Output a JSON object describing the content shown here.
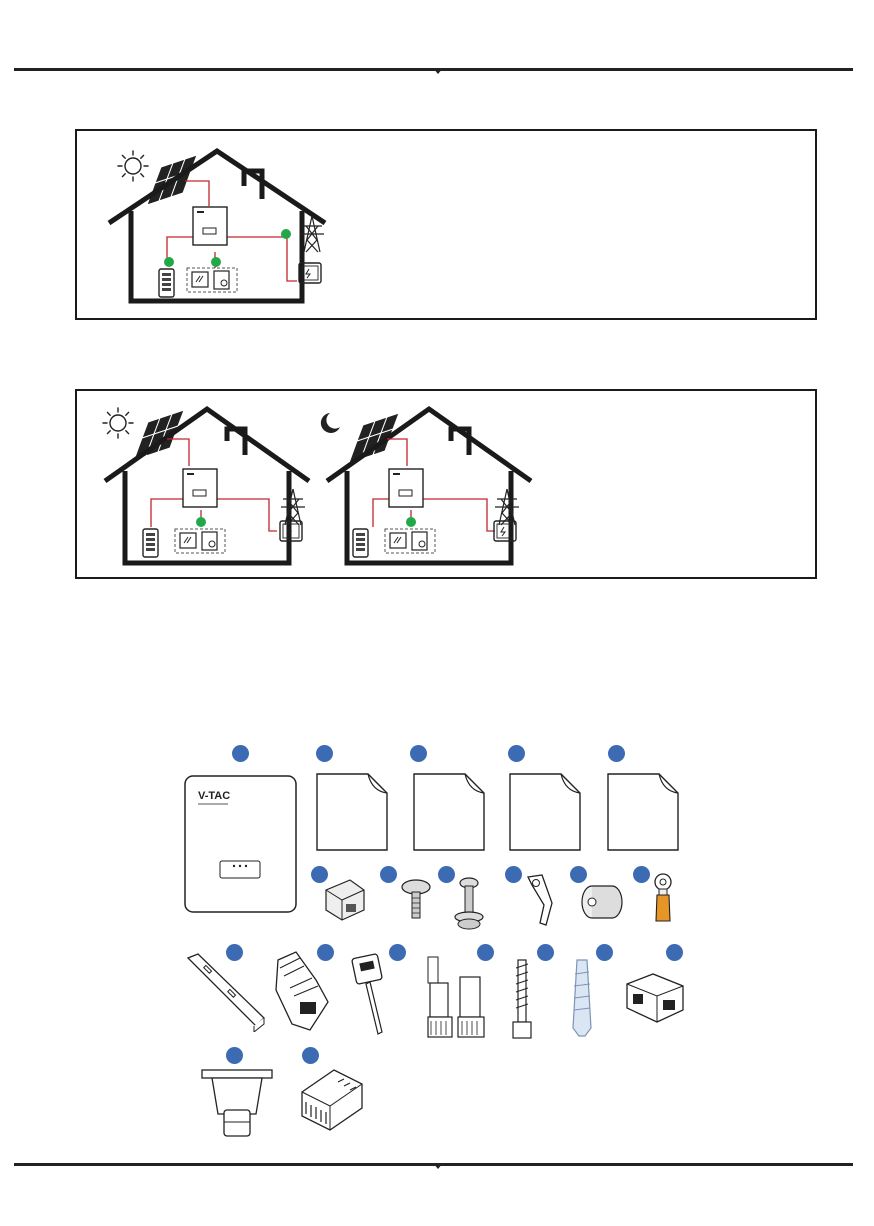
{
  "header": {
    "rule_color": "#222222"
  },
  "scenario_1": {
    "day_icon": "sun-icon"
  },
  "scenario_2": {
    "day_icon": "sun-icon",
    "night_icon": "moon-icon"
  },
  "colors": {
    "flow_line": "#c0262d",
    "active_node": "#23a849",
    "house_stroke": "#1a1a1a",
    "badge": "#3c6bb4",
    "terminal_orange": "#e69526"
  },
  "inverter": {
    "brand": "V-TAC"
  },
  "package_contents": {
    "items": [
      "inverter",
      "document-1",
      "document-2",
      "document-3",
      "document-4",
      "ct-connector",
      "short-screw",
      "long-screw",
      "grounding-clip",
      "sealing-plug",
      "ring-terminal",
      "wall-bracket",
      "ac-connector",
      "comm-connector",
      "pv-connectors",
      "expansion-bolt",
      "wall-plug",
      "battery-connector",
      "wifi-cover",
      "terminal-block"
    ]
  },
  "footer": {
    "rule_color": "#222222"
  }
}
